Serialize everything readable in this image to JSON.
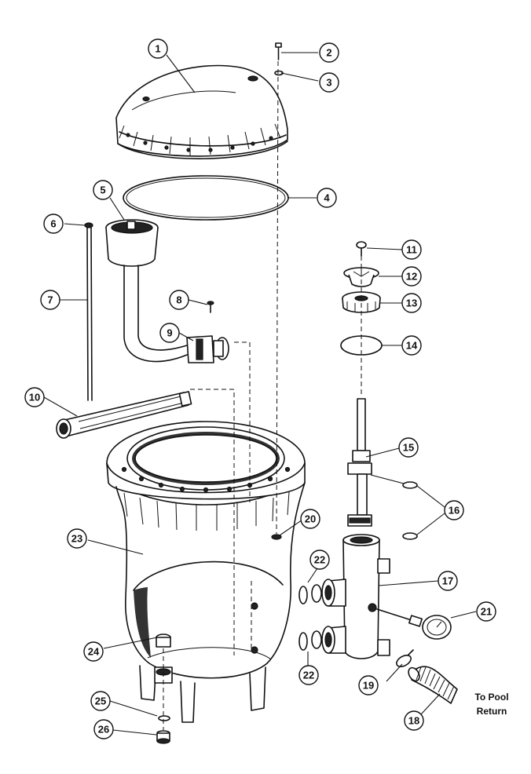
{
  "callouts": [
    "1",
    "2",
    "3",
    "4",
    "5",
    "6",
    "7",
    "8",
    "9",
    "10",
    "11",
    "12",
    "13",
    "14",
    "15",
    "16",
    "17",
    "18",
    "19",
    "20",
    "21",
    "22",
    "22",
    "23",
    "24",
    "25",
    "26"
  ],
  "note": {
    "line1": "To Pool",
    "line2": "Return"
  }
}
